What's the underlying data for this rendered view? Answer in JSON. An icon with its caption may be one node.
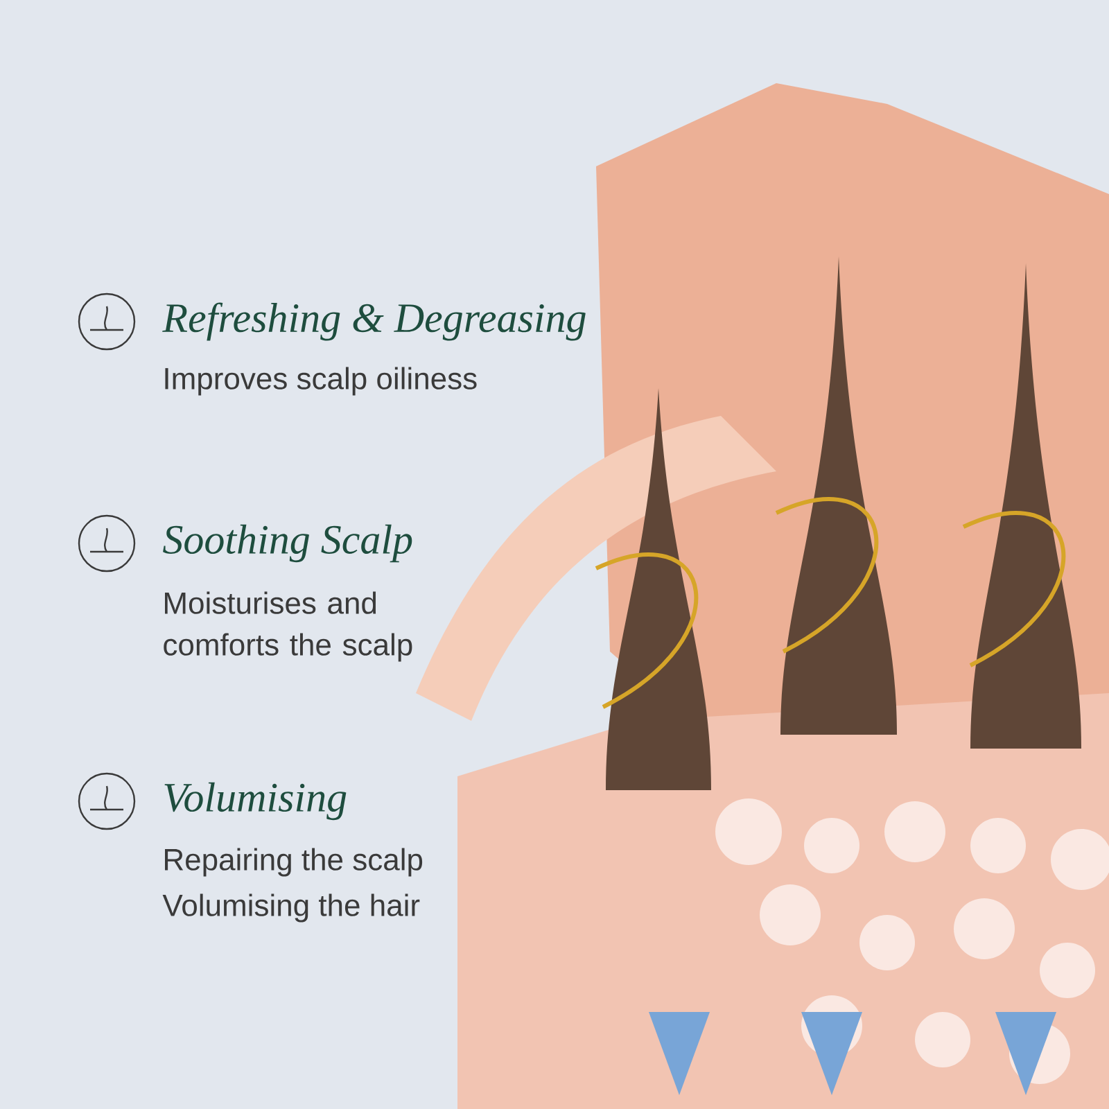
{
  "diagram": {
    "labels": [
      "Refreshing & Degreasing",
      "Improves scalp oiliness",
      "Soothing Scalp",
      "Moisturises and comforts the scalp",
      "Volumising",
      "Repairing the scalp",
      "Volumising the hair"
    ]
  }
}
